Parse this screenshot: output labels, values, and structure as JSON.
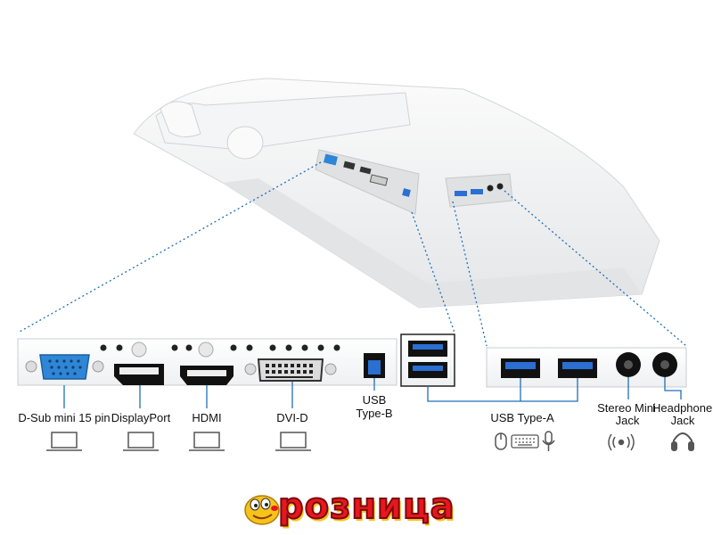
{
  "ports": {
    "dsub": "D-Sub mini 15 pin",
    "displayport": "DisplayPort",
    "hdmi": "HDMI",
    "dvi": "DVI-D",
    "usb_b_line1": "USB",
    "usb_b_line2": "Type-B",
    "usb_a": "USB Type-A",
    "stereo_line1": "Stereo Mini",
    "stereo_line2": "Jack",
    "headphone_line1": "Headphone",
    "headphone_line2": "Jack"
  },
  "icons": {
    "laptop": "laptop-icon",
    "mouse": "mouse-icon",
    "keyboard": "keyboard-icon",
    "microphone": "microphone-icon",
    "speaker": "speaker-icon",
    "headphones": "headphones-icon"
  },
  "colors": {
    "vga_port": "#2f86d6",
    "usb3_blue": "#2a6fd1",
    "dotted_line": "#1f6fb8",
    "logo_red": "#e8161e",
    "logo_yellow": "#f6c21c"
  },
  "logo": {
    "text": "розница"
  }
}
